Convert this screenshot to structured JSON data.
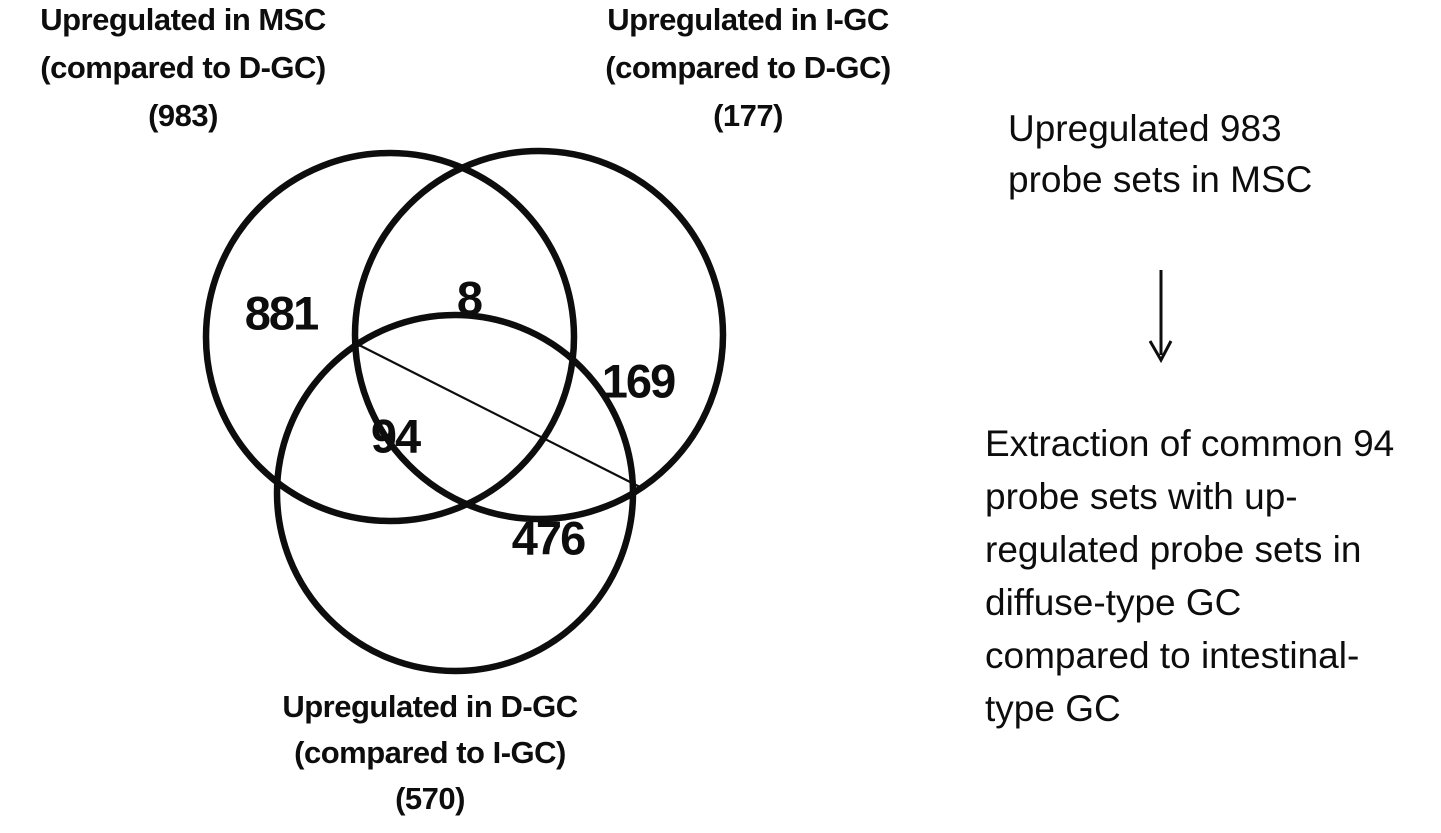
{
  "colors": {
    "background": "#ffffff",
    "ink": "#0d0d0d"
  },
  "venn": {
    "labels": {
      "msc": {
        "lines": [
          "Upregulated in MSC",
          "(compared to D-GC)",
          "(983)"
        ]
      },
      "igc": {
        "lines": [
          "Upregulated in I-GC",
          "(compared to D-GC)",
          "(177)"
        ]
      },
      "dgc": {
        "lines": [
          "Upregulated in D-GC",
          "(compared to I-GC)",
          "(570)"
        ]
      }
    },
    "counts": {
      "msc_only": "881",
      "msc_igc_overlap": "8",
      "igc_only": "169",
      "msc_dgc_overlap": "94",
      "dgc_only": "476"
    }
  },
  "flow": {
    "step1": {
      "lines": [
        "Upregulated 983",
        "probe sets in MSC"
      ]
    },
    "arrow_icon": "down-arrow",
    "step2": {
      "lines": [
        "Extraction of common 94",
        "probe sets with up-",
        "regulated probe sets in",
        "diffuse-type GC",
        "compared to intestinal-",
        "type GC"
      ]
    }
  }
}
